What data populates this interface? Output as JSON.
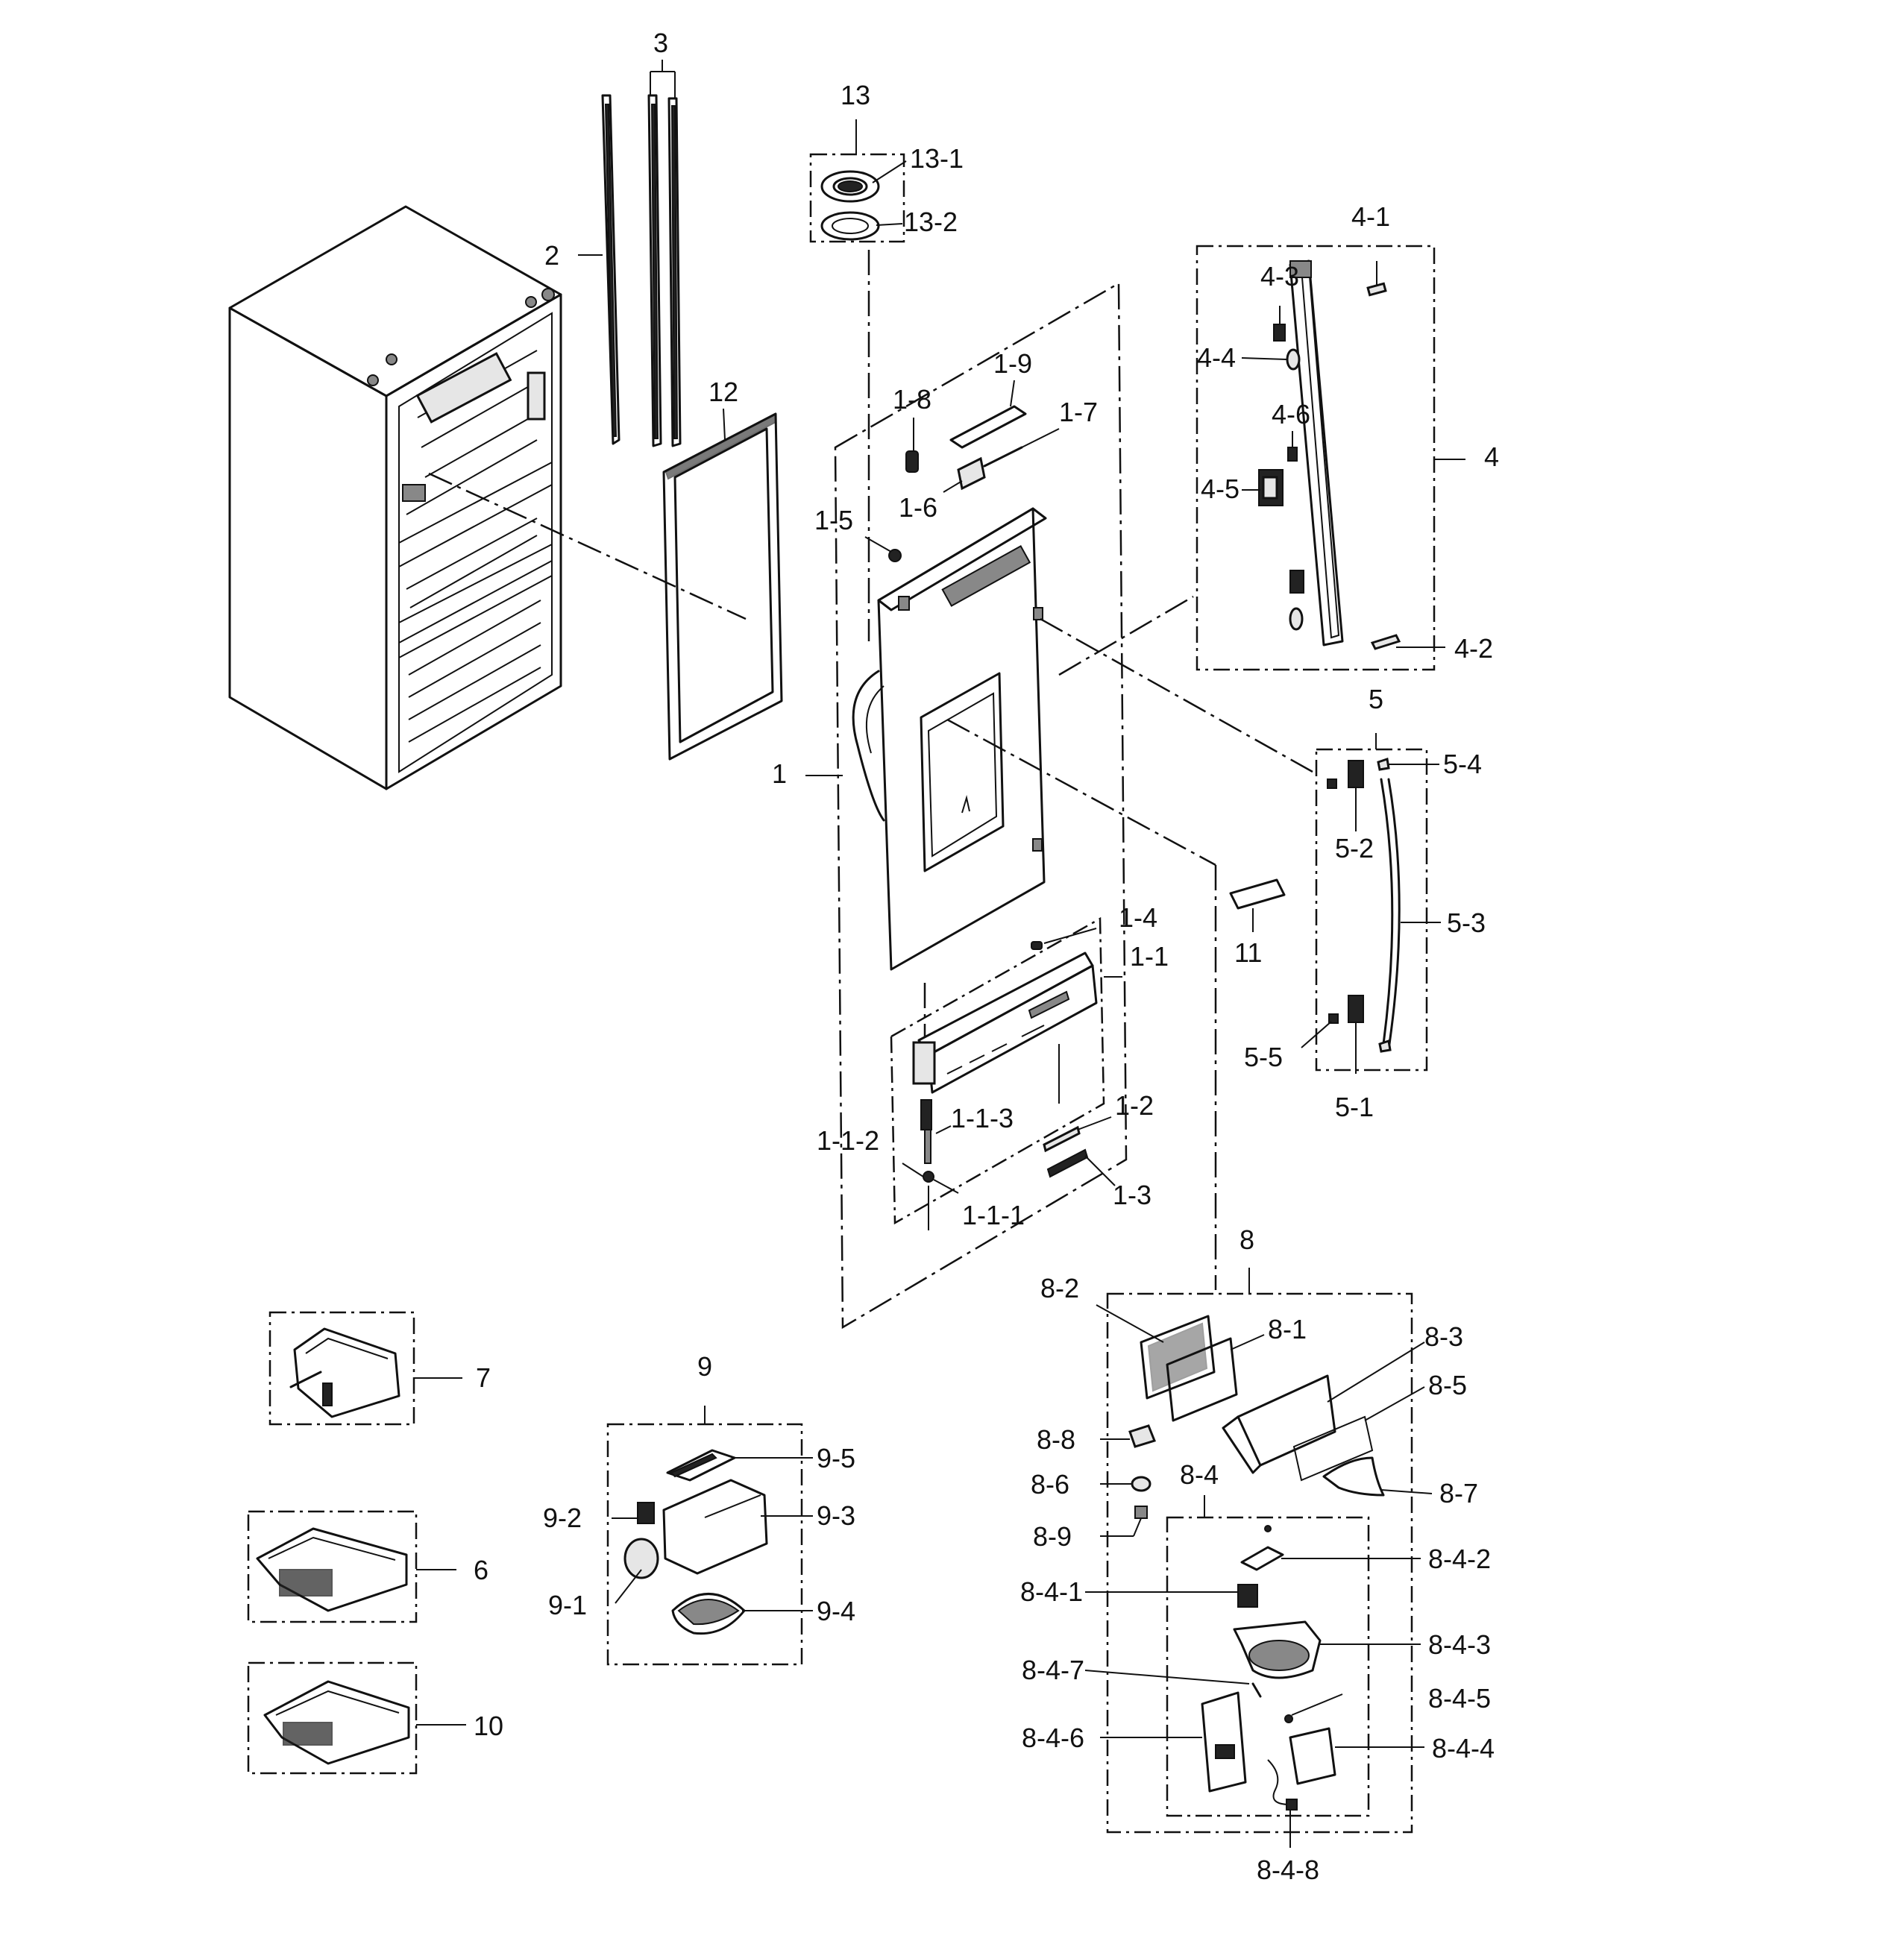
{
  "callouts": {
    "c1": "1",
    "c1_1": "1-1",
    "c1_1_1": "1-1-1",
    "c1_1_2": "1-1-2",
    "c1_1_3": "1-1-3",
    "c1_2": "1-2",
    "c1_3": "1-3",
    "c1_4": "1-4",
    "c1_5": "1-5",
    "c1_6": "1-6",
    "c1_7": "1-7",
    "c1_8": "1-8",
    "c1_9": "1-9",
    "c2": "2",
    "c3": "3",
    "c4": "4",
    "c4_1": "4-1",
    "c4_2": "4-2",
    "c4_3": "4-3",
    "c4_4": "4-4",
    "c4_5": "4-5",
    "c4_6": "4-6",
    "c5": "5",
    "c5_1": "5-1",
    "c5_2": "5-2",
    "c5_3": "5-3",
    "c5_4": "5-4",
    "c5_5": "5-5",
    "c6": "6",
    "c7": "7",
    "c8": "8",
    "c8_1": "8-1",
    "c8_2": "8-2",
    "c8_3": "8-3",
    "c8_4": "8-4",
    "c8_4_1": "8-4-1",
    "c8_4_2": "8-4-2",
    "c8_4_3": "8-4-3",
    "c8_4_4": "8-4-4",
    "c8_4_5": "8-4-5",
    "c8_4_6": "8-4-6",
    "c8_4_7": "8-4-7",
    "c8_4_8": "8-4-8",
    "c8_5": "8-5",
    "c8_6": "8-6",
    "c8_7": "8-7",
    "c8_8": "8-8",
    "c8_9": "8-9",
    "c9": "9",
    "c9_1": "9-1",
    "c9_2": "9-2",
    "c9_3": "9-3",
    "c9_4": "9-4",
    "c9_5": "9-5",
    "c10": "10",
    "c11": "11",
    "c12": "12",
    "c13": "13",
    "c13_1": "13-1",
    "c13_2": "13-2"
  },
  "colors": {
    "line": "#111111",
    "background": "#ffffff"
  }
}
